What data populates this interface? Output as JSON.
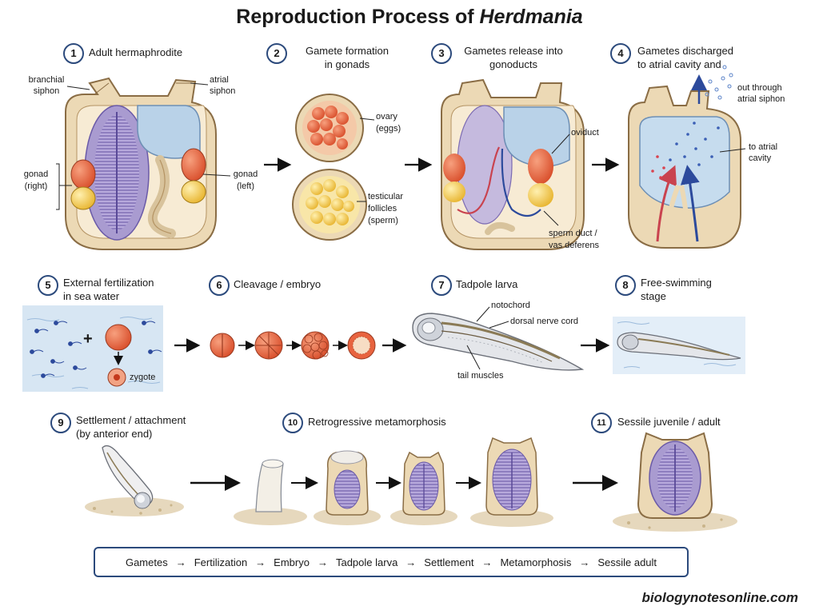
{
  "title": {
    "prefix": "Reproduction Process of ",
    "italic": "Herdmania"
  },
  "steps": [
    {
      "num": "1",
      "lines": [
        "Adult hermaphrodite"
      ]
    },
    {
      "num": "2",
      "lines": [
        "Gamete formation",
        "in gonads"
      ]
    },
    {
      "num": "3",
      "lines": [
        "Gametes release into",
        "gonoducts"
      ]
    },
    {
      "num": "4",
      "lines": [
        "Gametes discharged",
        "to atrial cavity and"
      ]
    },
    {
      "num": "5",
      "lines": [
        "External fertilization",
        "in sea water"
      ]
    },
    {
      "num": "6",
      "lines": [
        "Cleavage / embryo"
      ]
    },
    {
      "num": "7",
      "lines": [
        "Tadpole larva"
      ]
    },
    {
      "num": "8",
      "lines": [
        "Free-swimming",
        "stage"
      ]
    },
    {
      "num": "9",
      "lines": [
        "Settlement / attachment",
        "(by anterior end)"
      ]
    },
    {
      "num": "10",
      "lines": [
        "Retrogressive metamorphosis"
      ]
    },
    {
      "num": "11",
      "lines": [
        "Sessile juvenile / adult"
      ]
    }
  ],
  "labels": {
    "branchial_siphon": [
      "branchial",
      "siphon"
    ],
    "atrial_siphon": [
      "atrial",
      "siphon"
    ],
    "gonad_right": [
      "gonad",
      "(right)"
    ],
    "gonad_left": [
      "gonad",
      "(left)"
    ],
    "ovary": [
      "ovary",
      "(eggs)"
    ],
    "testicular": [
      "testicular",
      "follicles",
      "(sperm)"
    ],
    "oviduct": [
      "oviduct"
    ],
    "sperm_duct": [
      "sperm duct /",
      "vas deferens"
    ],
    "out_through": [
      "out through",
      "atrial siphon"
    ],
    "to_atrial": [
      "to atrial",
      "cavity"
    ],
    "plus": "+",
    "zygote": "zygote",
    "notochord": "notochord",
    "nerve_cord": "dorsal nerve cord",
    "tail_muscles": "tail muscles"
  },
  "flow": [
    "Gametes",
    "Fertilization",
    "Embryo",
    "Tadpole larva",
    "Settlement",
    "Metamorphosis",
    "Sessile adult"
  ],
  "flow_arrow": "→",
  "credit": "biologynotesonline.com",
  "colors": {
    "tunic": "#ecd9b5",
    "pharynx": "#a99bd0",
    "atrium": "#b9d2e8",
    "egg": "#e8633f",
    "sperm": "#f1c549",
    "badge_border": "#2c4a7c",
    "sea": "#d7e6f3"
  }
}
